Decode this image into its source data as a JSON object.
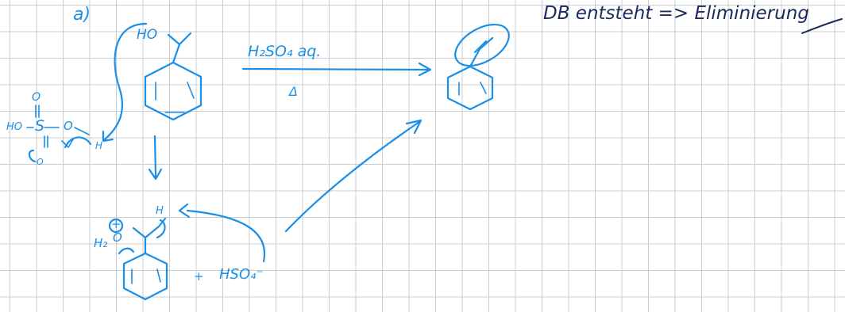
{
  "labels": {
    "part": "a)",
    "hydroxyl": "HO",
    "reagent": "H₂SO₄ aq.",
    "heat": "Δ",
    "note": "DB entsteht => Eliminierung",
    "acid_ho": "HO",
    "acid_s": "S",
    "acid_o_top": "O",
    "acid_o_right": "O",
    "acid_o_bottom": "O",
    "acid_h": "H",
    "water_h2": "H₂",
    "water_o": "O",
    "plus_charge": "+",
    "cation_h": "H",
    "plus_sign": "+",
    "bisulfate": "HSO₄⁻"
  },
  "colors": {
    "ink": "#1a8fe8",
    "note_ink": "#1d2a5e",
    "grid": "#c9ccd1"
  }
}
